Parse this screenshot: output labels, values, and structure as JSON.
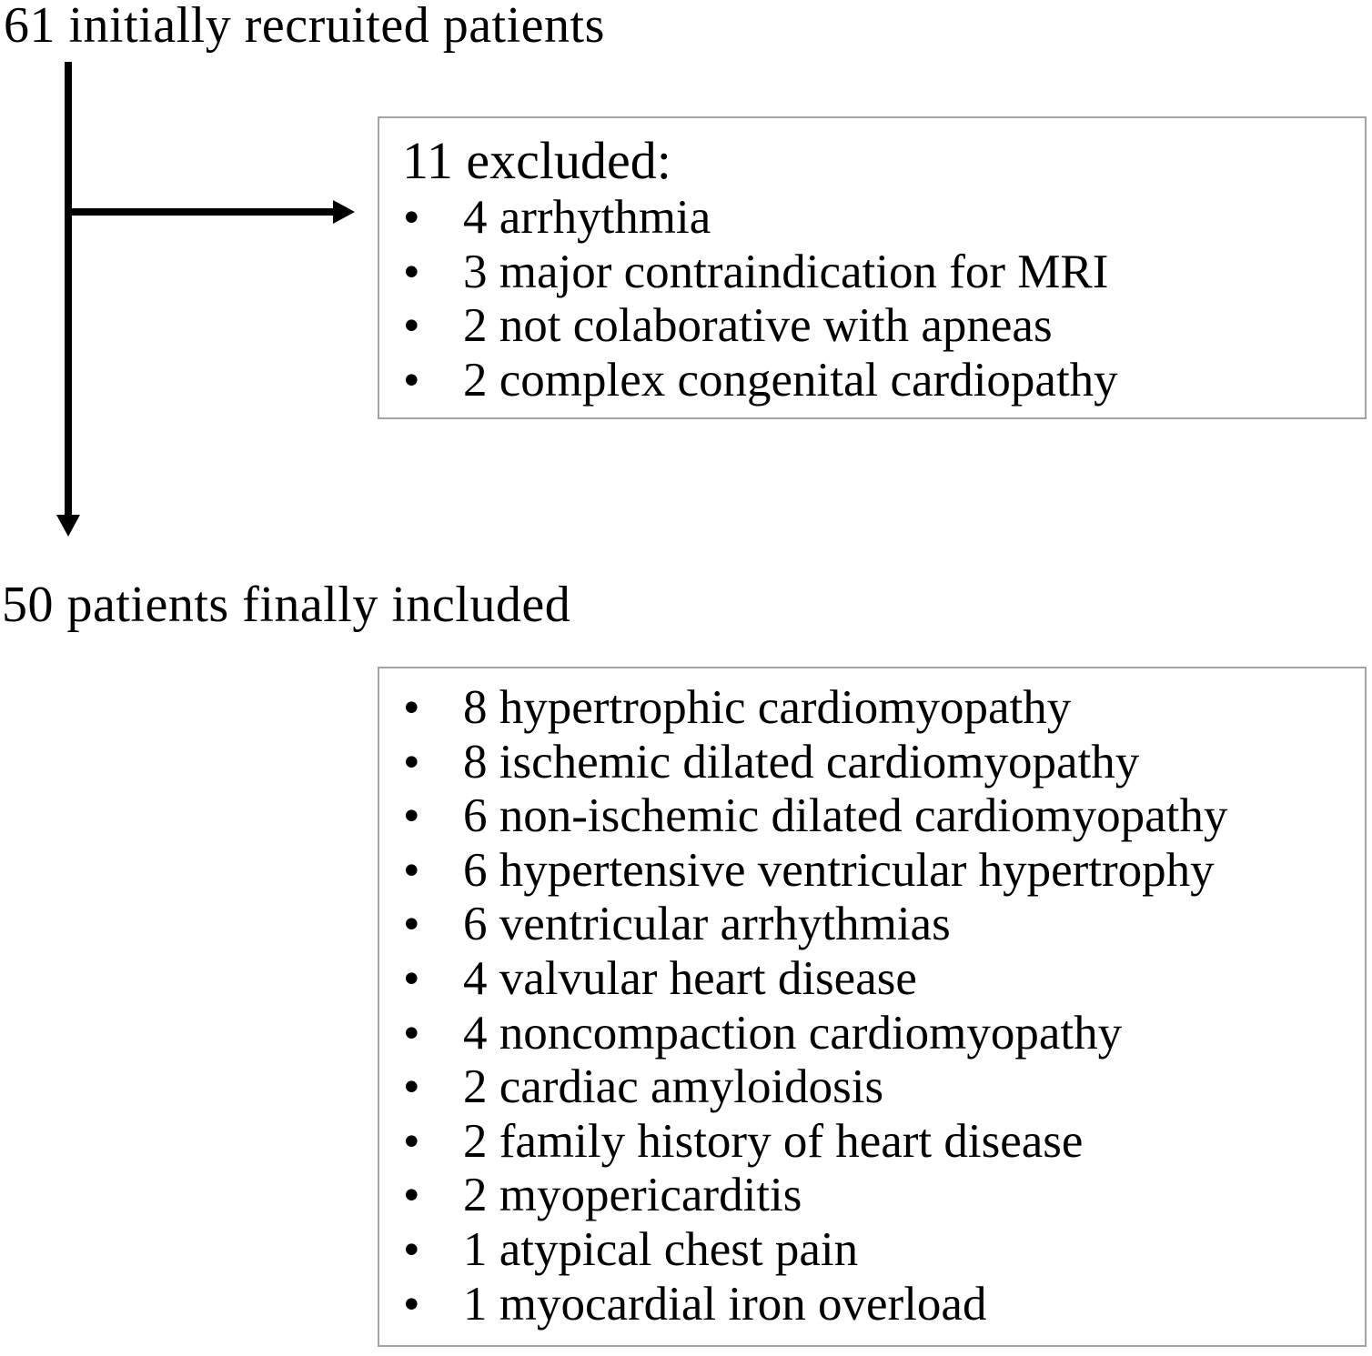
{
  "diagram": {
    "bullet_glyph": "•",
    "initial_label": "61 initially recruited patients",
    "included_label": "50 patients finally included",
    "excluded_box": {
      "heading": "11 excluded:",
      "items": [
        "4 arrhythmia",
        "3 major contraindication for MRI",
        "2 not colaborative with apneas",
        "2 complex congenital cardiopathy"
      ]
    },
    "included_box": {
      "items": [
        "8 hypertrophic cardiomyopathy",
        "8 ischemic dilated cardiomyopathy",
        "6 non-ischemic dilated cardiomyopathy",
        "6 hypertensive ventricular hypertrophy",
        "6 ventricular arrhythmias",
        "4 valvular heart disease",
        "4 noncompaction cardiomyopathy",
        "2 cardiac amyloidosis",
        "2 family history of heart disease",
        "2 myopericarditis",
        "1 atypical chest pain",
        "1 myocardial iron overload"
      ]
    },
    "colors": {
      "text": "#000000",
      "box_border": "#a3a3a3",
      "arrow": "#000000",
      "background": "#ffffff"
    }
  }
}
